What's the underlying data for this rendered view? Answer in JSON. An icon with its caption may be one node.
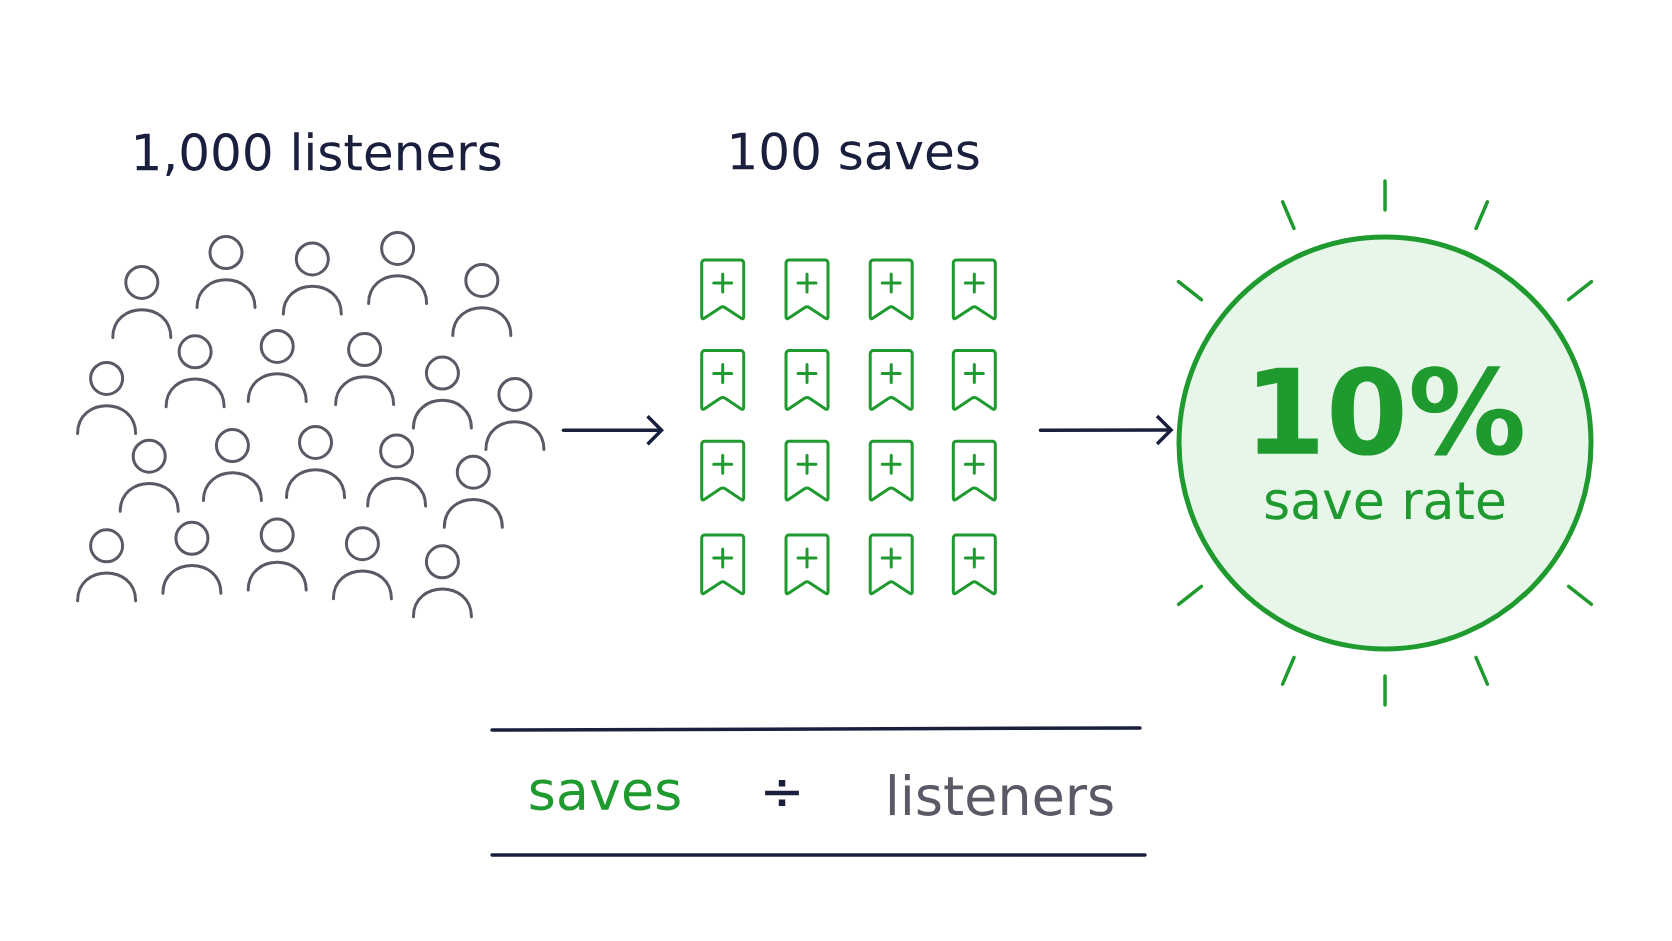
{
  "diagram": {
    "nodes": [
      {
        "text": [
          "1,000 listeners"
        ]
      },
      {
        "text": [
          "100 saves"
        ]
      },
      {
        "text": [
          "10%",
          "save rate"
        ]
      }
    ],
    "edges": [
      {
        "from": 0,
        "to": 1,
        "arrow": "to"
      },
      {
        "from": 1,
        "to": 2,
        "arrow": "to"
      }
    ],
    "labels": [
      "saves",
      "÷",
      "listeners"
    ]
  }
}
